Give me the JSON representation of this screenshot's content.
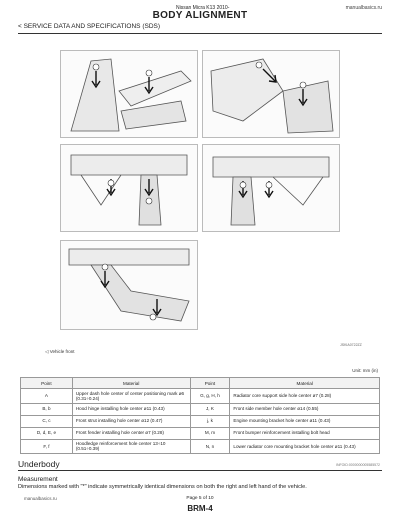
{
  "header": {
    "doc_title": "Nissan Micra K13 2010-",
    "site": "manualbasics.ru",
    "chapter_title": "BODY ALIGNMENT",
    "section": "< SERVICE DATA AND SPECIFICATIONS (SDS)"
  },
  "figure": {
    "figure_id": "JSKIA0722ZZ",
    "legend": "Vehicle front"
  },
  "table": {
    "unit": "Unit: mm (in)",
    "headers": [
      "Point",
      "Material",
      "Point",
      "Material"
    ],
    "rows": [
      [
        "A",
        "Upper dash hole center of center positioning mark ø6 (0.31÷0.24)",
        "G, g, H, h",
        "Radiator core support side hole center ø7 (0.28)"
      ],
      [
        "B, b",
        "Hood hinge installing hole center ø11 (0.43)",
        "J, K",
        "Front side member hole center ø14 (0.55)"
      ],
      [
        "C, c",
        "Front strut installing hole center ø12 (0.47)",
        "j, k",
        "Engine mounting bracket hole center ø11 (0.43)"
      ],
      [
        "D, d, E, e",
        "Front fender installing hole center ø7 (0.28)",
        "M, m",
        "Front bumper reinforcement installing bolt head"
      ],
      [
        "F, f",
        "Hoodledge reinforcement hole center 13÷10 (0.51÷0.39)",
        "N, n",
        "Lower radiator core mounting bracket hole center ø11 (0.43)"
      ]
    ]
  },
  "underbody": {
    "heading": "Underbody",
    "code": "INFOID:0000000005585572",
    "sub_heading": "Measurement",
    "text": "Dimensions marked with \"*\" indicate symmetrically identical dimensions on both the right and left hand of the vehicle."
  },
  "footer": {
    "site": "manualbasics.ru",
    "page": "Page 5 of 10",
    "code": "BRM-4"
  }
}
